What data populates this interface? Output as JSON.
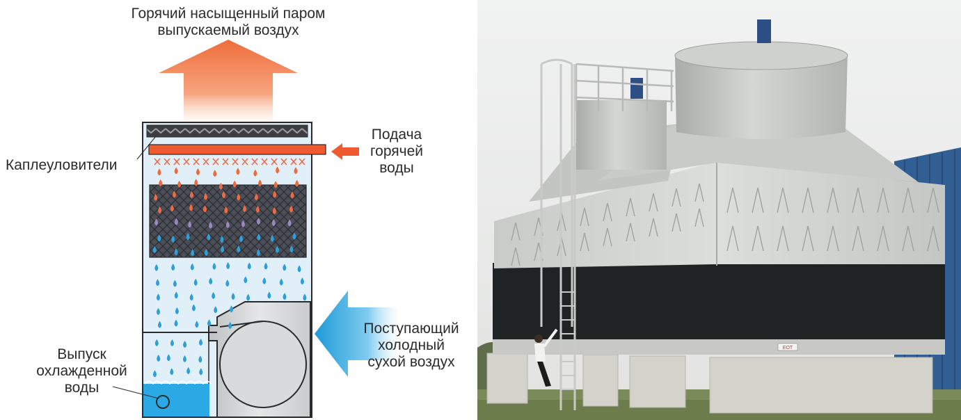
{
  "diagram": {
    "exhaust_label": [
      "Горячий насыщенный паром",
      "выпускаемый воздух"
    ],
    "drift_eliminators_label": "Каплеуловители",
    "hot_water_inlet_label": [
      "Подача",
      "горячей",
      "воды"
    ],
    "cold_air_inlet_label": [
      "Поступающий",
      "холодный",
      "сухой воздух"
    ],
    "cooled_water_outlet_label": [
      "Выпуск",
      "охлажденной",
      "воды"
    ]
  },
  "photo": {
    "panel_marking": "EOT"
  },
  "colors": {
    "hot_arrow": "#f07a4c",
    "cold_arrow": "#29a3df",
    "hot_pipe": "#ef5a30",
    "drop_hot": "#f06a3f",
    "drop_cold": "#2f9fd8",
    "drop_mid": "#9b87c4",
    "tower_water": "#2aa9e4",
    "tower_inner": "#dcedf8",
    "fill_media": "#4a4d55"
  }
}
